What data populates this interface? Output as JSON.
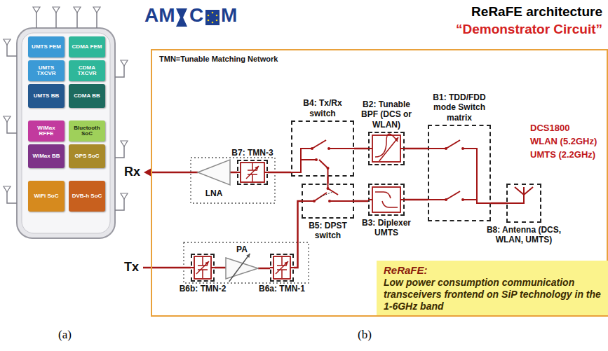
{
  "diagram": {
    "title": "ReRaFE architecture",
    "nodes": [
      {
        "text": [
          "UMTS FEM"
        ]
      },
      {
        "text": [
          "CDMA FEM"
        ]
      },
      {
        "text": [
          "UMTS TXCVR"
        ]
      },
      {
        "text": [
          "CDMA TXCVR"
        ]
      },
      {
        "text": [
          "UMTS BB"
        ]
      },
      {
        "text": [
          "CDMA BB"
        ]
      },
      {
        "text": [
          "WiMax RFFE"
        ]
      },
      {
        "text": [
          "Bluetooth SoC"
        ]
      },
      {
        "text": [
          "WiMax BB"
        ]
      },
      {
        "text": [
          "GPS SoC"
        ]
      },
      {
        "text": [
          "WiFi SoC"
        ]
      },
      {
        "text": [
          "DVB-h SoC"
        ]
      },
      {
        "text": [
          "TMN=Tunable Matching Network"
        ]
      },
      {
        "text": [
          "LNA"
        ],
        "in": 12
      },
      {
        "text": [
          "B7: TMN-3"
        ],
        "in": 12
      },
      {
        "text": [
          "B4: Tx/Rx switch"
        ],
        "in": 12
      },
      {
        "text": [
          "B2: Tunable BPF (DCS or WLAN)"
        ],
        "in": 12
      },
      {
        "text": [
          "B1: TDD/FDD mode Switch matrix"
        ],
        "in": 12
      },
      {
        "text": [
          "B5: DPST switch"
        ],
        "in": 12
      },
      {
        "text": [
          "B3: Diplexer UMTS"
        ],
        "in": 12
      },
      {
        "text": [
          "B8: Antenna (DCS, WLAN, UMTS)"
        ],
        "in": 12
      },
      {
        "text": [
          "B6b: TMN-2"
        ],
        "in": 12
      },
      {
        "text": [
          "PA"
        ],
        "in": 12
      },
      {
        "text": [
          "B6a: TMN-1"
        ],
        "in": 12
      },
      {
        "text": [
          "ReRaFE:",
          "Low power consumption communication transceivers frontend on SiP technology in the 1-6GHz band"
        ],
        "in": 12
      }
    ],
    "edges": [
      {
        "from": 14,
        "to": 13,
        "arrow": "none"
      },
      {
        "from": 15,
        "to": 14,
        "arrow": "none"
      },
      {
        "from": 15,
        "to": 16,
        "arrow": "none"
      },
      {
        "from": 16,
        "to": 17,
        "arrow": "none"
      },
      {
        "from": 17,
        "to": 20,
        "arrow": "none"
      },
      {
        "from": 18,
        "to": 15,
        "arrow": "none"
      },
      {
        "from": 18,
        "to": 19,
        "arrow": "none"
      },
      {
        "from": 19,
        "to": 17,
        "arrow": "none"
      },
      {
        "from": 23,
        "to": 18,
        "arrow": "none"
      },
      {
        "from": 21,
        "to": 22,
        "arrow": "none"
      },
      {
        "from": 22,
        "to": 23,
        "arrow": "none"
      }
    ],
    "labels": [
      "AM",
      "C",
      "M",
      "“Demonstrator Circuit”",
      "Rx",
      "Tx",
      "DCS1800",
      "WLAN (5.2GHz)",
      "UMTS (2.2GHz)",
      "(a)",
      "(b)"
    ]
  }
}
